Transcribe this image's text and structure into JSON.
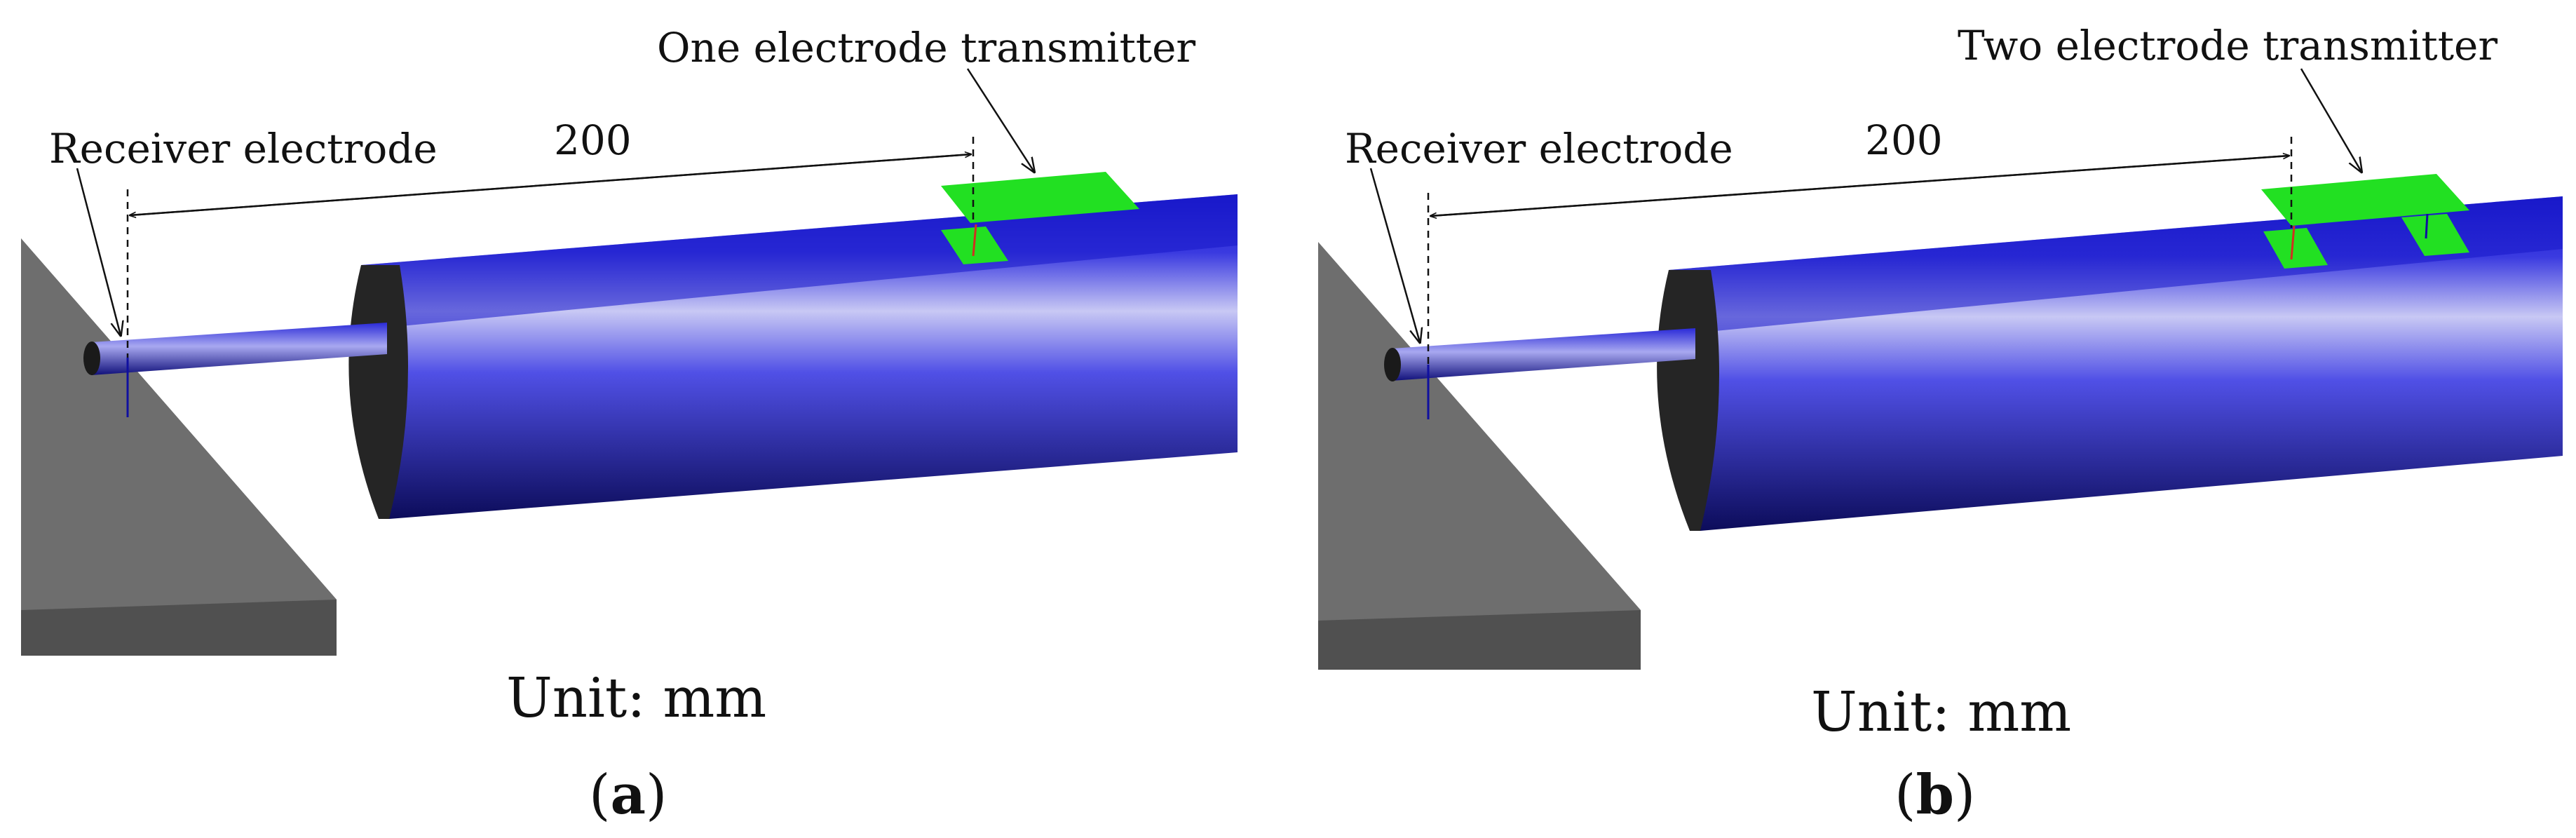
{
  "panels": [
    {
      "id": "a",
      "receiver_label": "Receiver electrode",
      "transmitter_label": "One electrode transmitter",
      "distance_label": "200",
      "unit_label": "Unit: mm",
      "caption_open": "(",
      "caption_letter": "a",
      "caption_close": ")",
      "transmitter_electrodes": 1
    },
    {
      "id": "b",
      "receiver_label": "Receiver electrode",
      "transmitter_label": "Two electrode transmitter",
      "distance_label": "200",
      "unit_label": "Unit: mm",
      "caption_open": "(",
      "caption_letter": "b",
      "caption_close": ")",
      "transmitter_electrodes": 2
    }
  ],
  "colors": {
    "tube_blue": "#1a1acc",
    "tube_highlight": "#c8c8f0",
    "tube_end": "#2a2a2a",
    "electrode_green": "#22e022",
    "support_gray": "#6b6b6b",
    "support_dark": "#4e4e4e"
  }
}
